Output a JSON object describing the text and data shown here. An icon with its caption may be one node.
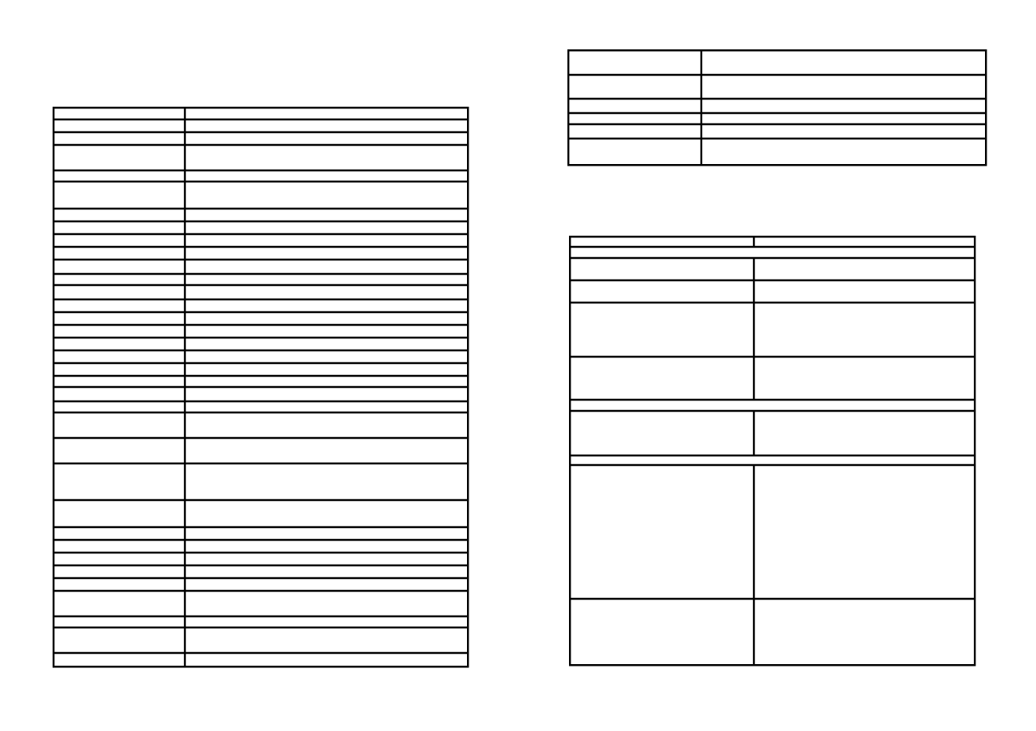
{
  "diagram": {
    "nodes": [
      {
        "text": [],
        "shape": "table"
      },
      {
        "text": [],
        "shape": "table"
      },
      {
        "text": [],
        "shape": "table"
      }
    ]
  }
}
